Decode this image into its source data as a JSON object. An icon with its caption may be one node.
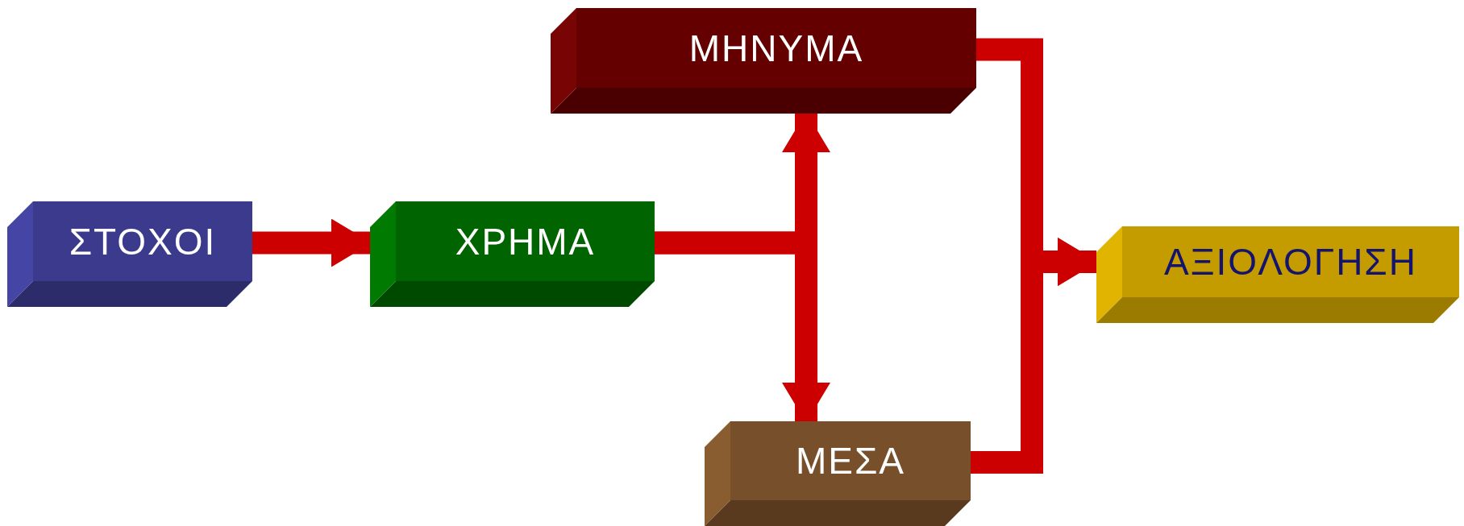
{
  "diagram": {
    "nodes": [
      {
        "text": [
          "ΣΤΟΧΟΙ"
        ]
      },
      {
        "text": [
          "ΧΡΗΜΑ"
        ]
      },
      {
        "text": [
          "ΜΗΝΥΜΑ"
        ]
      },
      {
        "text": [
          "ΜΕΣΑ"
        ]
      },
      {
        "text": [
          "ΑΞΙΟΛΟΓΗΣΗ"
        ]
      }
    ],
    "edges": [
      {
        "from": 0,
        "to": 1,
        "arrow": "to"
      },
      {
        "from": 1,
        "to": 2,
        "arrow": "to"
      },
      {
        "from": 1,
        "to": 3,
        "arrow": "to"
      },
      {
        "from": 2,
        "to": 4,
        "arrow": "to"
      },
      {
        "from": 3,
        "to": 4,
        "arrow": "to"
      }
    ]
  }
}
